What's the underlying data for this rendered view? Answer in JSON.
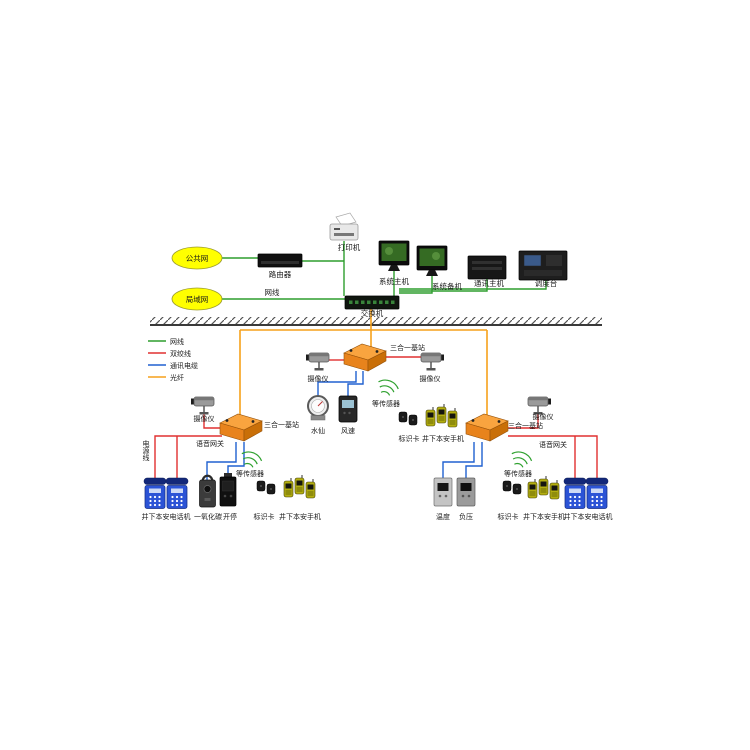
{
  "colors": {
    "net_green": "#2e9e2e",
    "pair_red": "#e03030",
    "comm_blue": "#2060d0",
    "fiber_orange": "#f6a11b",
    "node_yellow": "#ffff00",
    "station_orange": "#ef8b16"
  },
  "legend": [
    {
      "label": "网线"
    },
    {
      "label": "双绞线"
    },
    {
      "label": "通讯电缆"
    },
    {
      "label": "光纤"
    }
  ],
  "top": {
    "printer": "打印机",
    "public_net": "公共网",
    "router": "路由器",
    "system_host": "系统主机",
    "system_backup": "系统备机",
    "comm_host": "通讯主机",
    "dispatch": "调度台",
    "lan": "局域网",
    "cable": "网线",
    "switch": "交换机"
  },
  "center": {
    "station": "三合一基站",
    "camera_left": "摄像仪",
    "camera_right": "摄像仪",
    "gauge": "水仙",
    "wind": "风速",
    "sensors_etc": "等传感器",
    "id_card": "标识卡",
    "handset": "井下本安手机"
  },
  "left": {
    "station": "三合一基站",
    "camera": "摄像仪",
    "voice_gateway": "语音网关",
    "power_line": "电源线",
    "telephone": "井下本安电话机",
    "co": "一氧化碳",
    "on_off": "开停",
    "sensors_etc": "等传感器",
    "id_card": "标识卡",
    "handset": "井下本安手机"
  },
  "right": {
    "station": "三合一基站",
    "camera": "摄像仪",
    "voice_gateway": "语音网关",
    "temperature": "温度",
    "pressure": "负压",
    "sensors_etc": "等传感器",
    "id_card": "标识卡",
    "handset": "井下本安手机",
    "telephone": "井下本安电话机"
  }
}
